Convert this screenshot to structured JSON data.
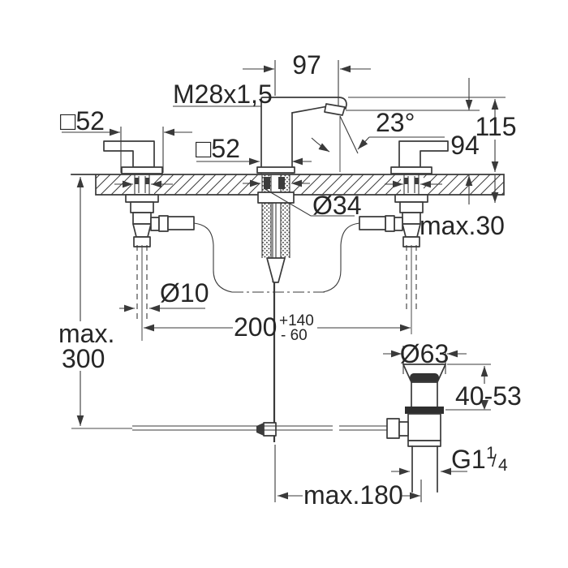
{
  "drawing": {
    "title_semantic": "faucet-installation-dimension-drawing",
    "background": "#ffffff",
    "ink": "#3a3a3a",
    "labels": {
      "spout_reach": "97",
      "aerator_thread": "M28x1,5",
      "handle_square_left": "□52",
      "handle_square_center": "□52",
      "spray_angle": "23°",
      "height_to_aerator": "94",
      "height_total": "115",
      "deck_hole_dia": "Ø34",
      "deck_thickness_max": "max.30",
      "pull_rod_dia": "Ø10",
      "hole_spacing": "200",
      "hole_spacing_tol_plus": "+140",
      "hole_spacing_tol_minus": "- 60",
      "hose_length_max_word": "max.",
      "hose_length_max_value": "300",
      "waste_flange_dia": "Ø63",
      "waste_depth_range": "40-53",
      "waste_thread_prefix": "G1",
      "waste_thread_frac_num": "1",
      "waste_thread_frac_slash": "/",
      "waste_thread_frac_den": "4",
      "waste_offset_max": "max.180"
    }
  }
}
